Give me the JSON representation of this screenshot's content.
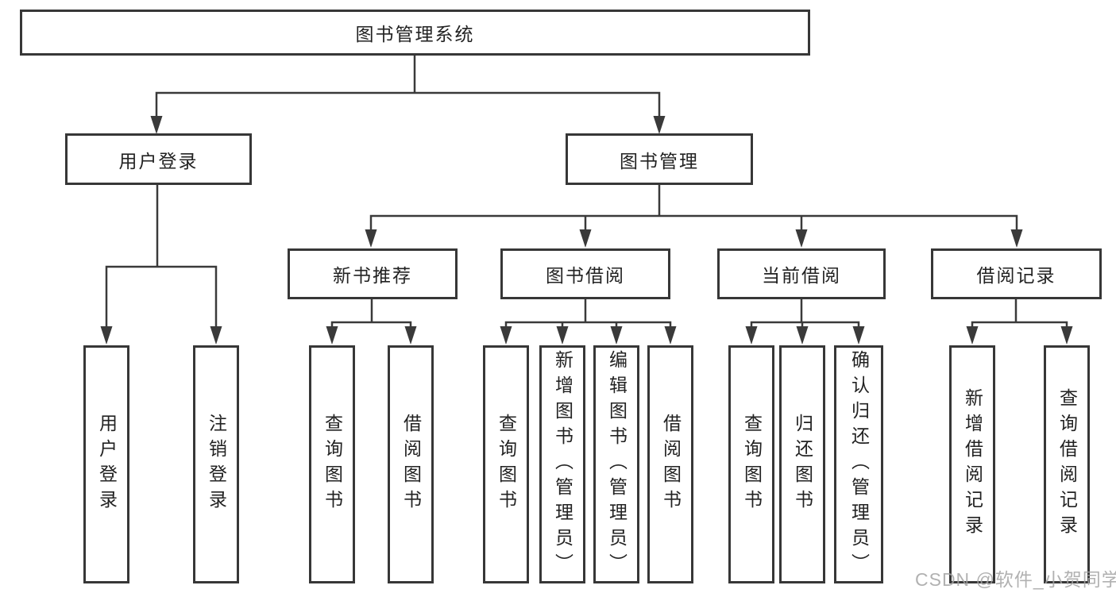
{
  "tree": {
    "root": {
      "label": "图书管理系统"
    },
    "user_login": {
      "label": "用户登录",
      "children": [
        {
          "label": "用户登录"
        },
        {
          "label": "注销登录"
        }
      ]
    },
    "book_mgmt": {
      "label": "图书管理",
      "children": [
        {
          "label": "新书推荐",
          "children": [
            {
              "label": "查询图书"
            },
            {
              "label": "借阅图书"
            }
          ]
        },
        {
          "label": "图书借阅",
          "children": [
            {
              "label": "查询图书"
            },
            {
              "label": "新增图书（管理员）"
            },
            {
              "label": "编辑图书（管理员）"
            },
            {
              "label": "借阅图书"
            }
          ]
        },
        {
          "label": "当前借阅",
          "children": [
            {
              "label": "查询图书"
            },
            {
              "label": "归还图书"
            },
            {
              "label": "确认归还（管理员）"
            }
          ]
        },
        {
          "label": "借阅记录",
          "children": [
            {
              "label": "新增借阅记录"
            },
            {
              "label": "查询借阅记录"
            }
          ]
        }
      ]
    }
  },
  "colors": {
    "line": "#3a3a3a",
    "border": "#373737",
    "text": "#222222",
    "watermark": "#a3a3a3"
  },
  "watermark": "CSDN @软件_小贺同学"
}
